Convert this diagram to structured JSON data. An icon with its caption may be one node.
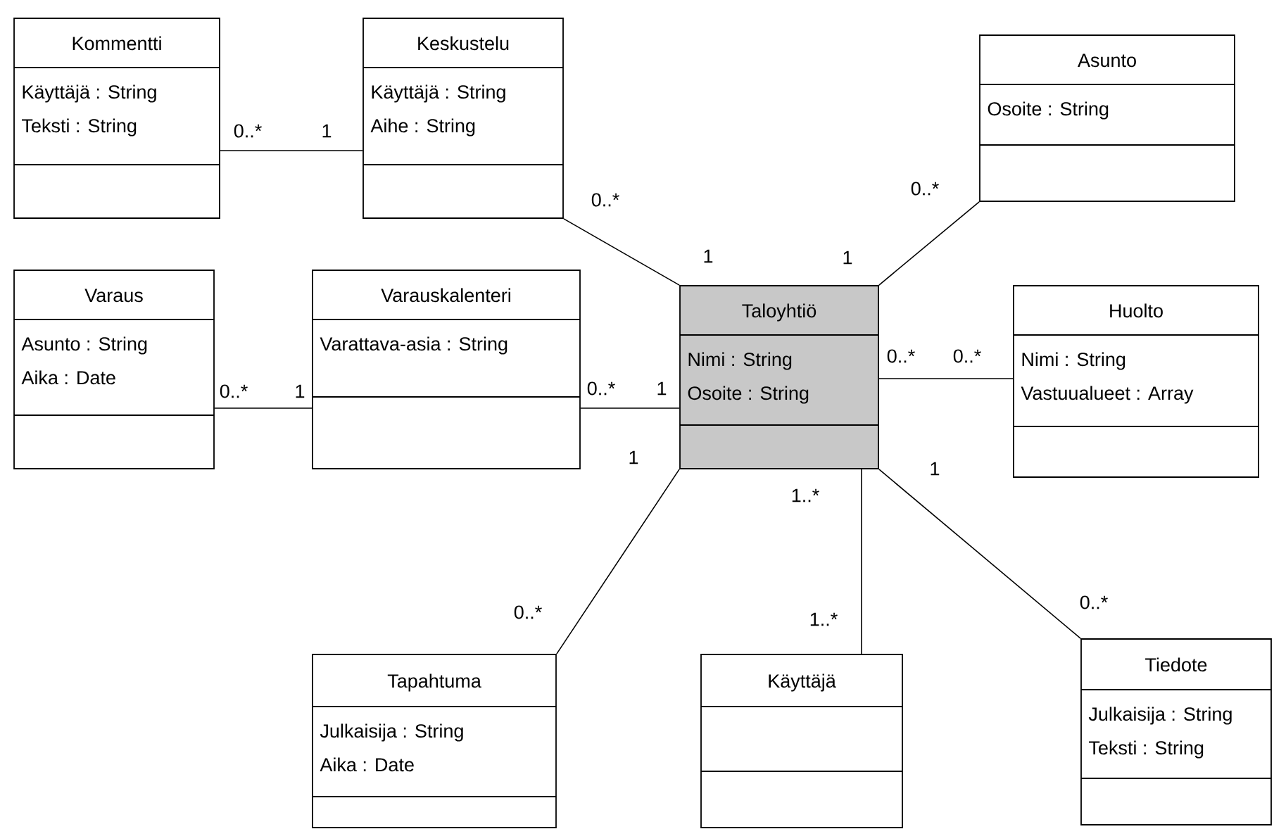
{
  "diagram": {
    "nodes": [
      {
        "text": [
          "Kommentti",
          "Käyttäjä : String",
          "Teksti : String"
        ]
      },
      {
        "text": [
          "Keskustelu",
          "Käyttäjä : String",
          "Aihe : String"
        ]
      },
      {
        "text": [
          "Asunto",
          "Osoite : String"
        ]
      },
      {
        "text": [
          "Varaus",
          "Asunto : String",
          "Aika : Date"
        ]
      },
      {
        "text": [
          "Varauskalenteri",
          "Varattava-asia : String"
        ]
      },
      {
        "text": [
          "Taloyhtiö",
          "Nimi : String",
          "Osoite : String"
        ]
      },
      {
        "text": [
          "Huolto",
          "Nimi : String",
          "Vastuualueet : Array"
        ]
      },
      {
        "text": [
          "Tapahtuma",
          "Julkaisija : String",
          "Aika : Date"
        ]
      },
      {
        "text": [
          "Käyttäjä"
        ]
      },
      {
        "text": [
          "Tiedote",
          "Julkaisija : String",
          "Teksti : String"
        ]
      }
    ],
    "edges": [
      {
        "from": 0,
        "to": 1,
        "arrow": "none"
      },
      {
        "from": 1,
        "to": 5,
        "arrow": "none"
      },
      {
        "from": 2,
        "to": 5,
        "arrow": "none"
      },
      {
        "from": 3,
        "to": 4,
        "arrow": "none"
      },
      {
        "from": 4,
        "to": 5,
        "arrow": "none"
      },
      {
        "from": 5,
        "to": 6,
        "arrow": "none"
      },
      {
        "from": 5,
        "to": 7,
        "arrow": "none"
      },
      {
        "from": 5,
        "to": 8,
        "arrow": "none"
      },
      {
        "from": 5,
        "to": 9,
        "arrow": "none"
      }
    ],
    "labels": [
      "0..*",
      "1",
      "0..*",
      "0..*",
      "1",
      "1",
      "0..*",
      "0..*",
      "0..*",
      "1",
      "0..*",
      "1",
      "1",
      "1",
      "1..*",
      "0..*",
      "0..*",
      "1..*"
    ]
  }
}
